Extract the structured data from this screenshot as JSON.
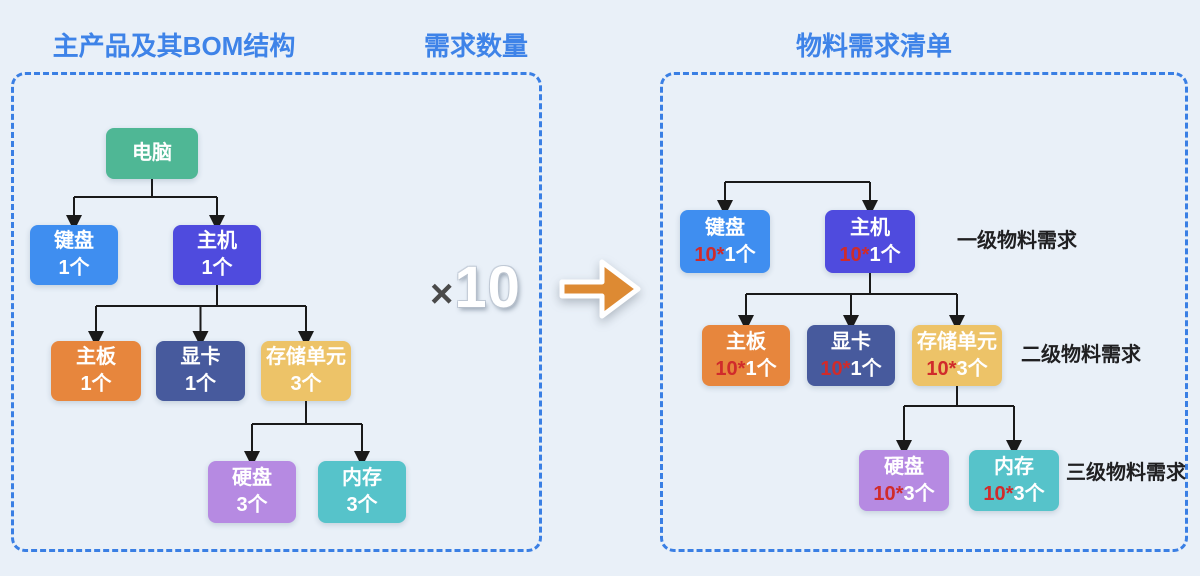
{
  "headings": {
    "left": "主产品及其BOM结构",
    "middle": "需求数量",
    "right": "物料需求清单"
  },
  "multiplier": {
    "symbol": "×",
    "value": "10"
  },
  "colors": {
    "background": "#e9f0f8",
    "title_blue": "#3e83e8",
    "panel_dash_blue": "#3a7fe4",
    "connector_black": "#1a1a1a",
    "qty_red": "#d02b2b",
    "arrow_orange": "#dd8a33",
    "node_green": "#4fb795",
    "node_blue": "#3f8ef0",
    "node_indigo": "#4f4bde",
    "node_orange": "#e7863d",
    "node_navy": "#475a9d",
    "node_gold": "#edc368",
    "node_purple": "#b68ae2",
    "node_teal": "#56c3ca"
  },
  "bom_tree": {
    "root": {
      "label": "电脑"
    },
    "level1": [
      {
        "label": "键盘",
        "qty": "1个"
      },
      {
        "label": "主机",
        "qty": "1个"
      }
    ],
    "level2": [
      {
        "label": "主板",
        "qty": "1个"
      },
      {
        "label": "显卡",
        "qty": "1个"
      },
      {
        "label": "存储单元",
        "qty": "3个"
      }
    ],
    "level3": [
      {
        "label": "硬盘",
        "qty": "3个"
      },
      {
        "label": "内存",
        "qty": "3个"
      }
    ]
  },
  "mrp_tree": {
    "level1": [
      {
        "label": "键盘",
        "qty_prefix": "10*",
        "qty": "1个"
      },
      {
        "label": "主机",
        "qty_prefix": "10*",
        "qty": "1个"
      }
    ],
    "level2": [
      {
        "label": "主板",
        "qty_prefix": "10*",
        "qty": "1个"
      },
      {
        "label": "显卡",
        "qty_prefix": "10*",
        "qty": "1个"
      },
      {
        "label": "存储单元",
        "qty_prefix": "10*",
        "qty": "3个"
      }
    ],
    "level3": [
      {
        "label": "硬盘",
        "qty_prefix": "10*",
        "qty": "3个"
      },
      {
        "label": "内存",
        "qty_prefix": "10*",
        "qty": "3个"
      }
    ],
    "level_labels": [
      "一级物料需求",
      "二级物料需求",
      "三级物料需求"
    ]
  }
}
